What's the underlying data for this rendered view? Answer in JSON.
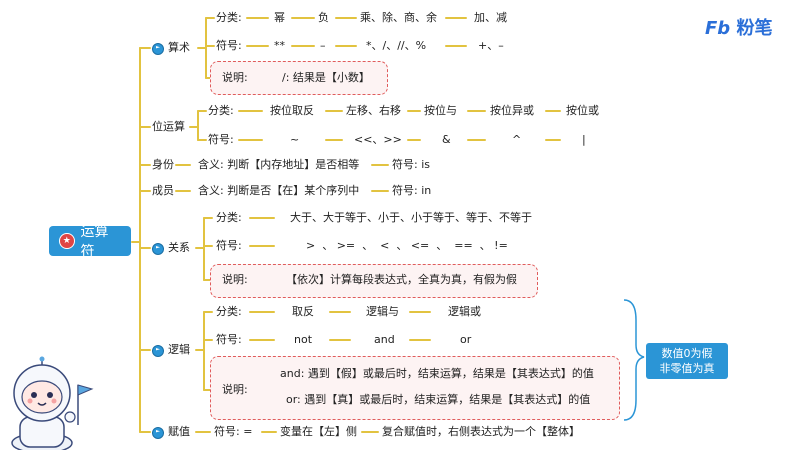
{
  "brand": {
    "logo_text": "粉笔"
  },
  "root": {
    "label": "运算符"
  },
  "colors": {
    "accent": "#2b95d6",
    "line": "#e2c340",
    "dash": "#e05c5c"
  },
  "note": {
    "line1": "数值0为假",
    "line2": "非零值为真"
  },
  "arith": {
    "title": "算术",
    "cat_label": "分类:",
    "cats": [
      "幂",
      "负",
      "乘、除、商、余",
      "加、减"
    ],
    "sym_label": "符号:",
    "syms": [
      "**",
      "–",
      "*、/、//、%",
      "+、–"
    ],
    "note_label": "说明:",
    "note": "/: 结果是【小数】"
  },
  "bit": {
    "title": "位运算",
    "cat_label": "分类:",
    "cats": [
      "按位取反",
      "左移、右移",
      "按位与",
      "按位异或",
      "按位或"
    ],
    "sym_label": "符号:",
    "syms": [
      "~",
      "<<、>>",
      "&",
      "^",
      "|"
    ]
  },
  "identity": {
    "title": "身份",
    "meaning": "含义: 判断【内存地址】是否相等",
    "sym": "符号: is"
  },
  "member": {
    "title": "成员",
    "meaning": "含义: 判断是否【在】某个序列中",
    "sym": "符号: in"
  },
  "relation": {
    "title": "关系",
    "cat_label": "分类:",
    "cats": "大于、大于等于、小于、小于等于、等于、不等于",
    "sym_label": "符号:",
    "syms": ">  、 >=  、  <  、 <=  、  ==  、 !=",
    "note_label": "说明:",
    "note": "【依次】计算每段表达式，全真为真，有假为假"
  },
  "logic": {
    "title": "逻辑",
    "cat_label": "分类:",
    "cats": [
      "取反",
      "逻辑与",
      "逻辑或"
    ],
    "sym_label": "符号:",
    "syms": [
      "not",
      "and",
      "or"
    ],
    "note_label": "说明:",
    "note_and": "and: 遇到【假】或最后时，结束运算，结果是【其表达式】的值",
    "note_or": "or: 遇到【真】或最后时，结束运算，结果是【其表达式】的值"
  },
  "assign": {
    "title": "赋值",
    "sym": "符号: =",
    "desc1": "变量在【左】侧",
    "desc2": "复合赋值时，右侧表达式为一个【整体】"
  }
}
